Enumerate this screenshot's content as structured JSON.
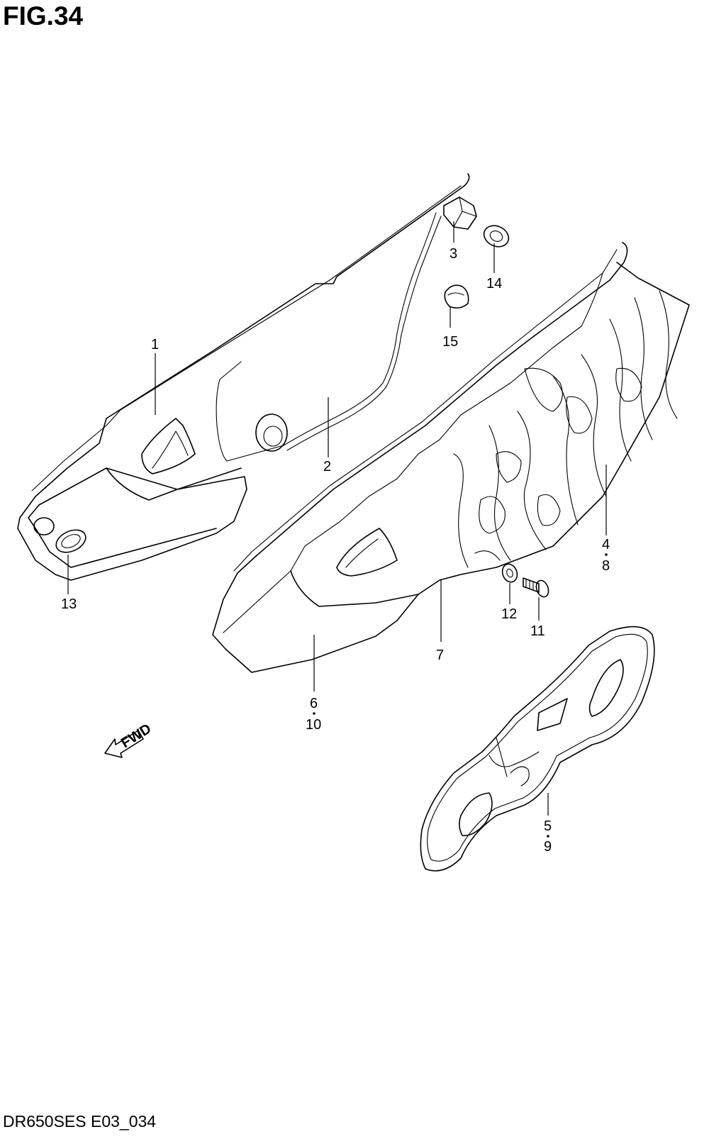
{
  "figure": {
    "title": "FIG.34",
    "drawing_code": "DR650SES E03_034"
  },
  "callouts": {
    "c1": "1",
    "c2": "2",
    "c3": "3",
    "c14": "14",
    "c15": "15",
    "c13": "13",
    "c4": "4",
    "c8": "8",
    "c12": "12",
    "c11": "11",
    "c7": "7",
    "c6": "6",
    "c10": "10",
    "c5": "5",
    "c9": "9"
  },
  "arrow": {
    "label": "FWD"
  }
}
